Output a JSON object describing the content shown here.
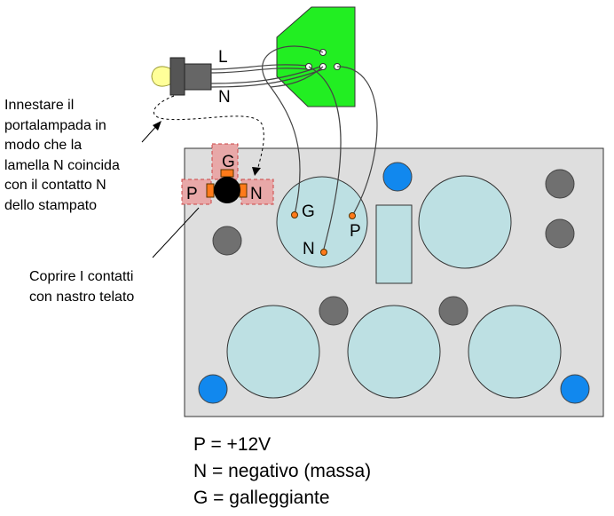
{
  "wire_labels": {
    "live": "L",
    "neutral": "N"
  },
  "socket_labels": {
    "ground": "G",
    "neutral": "N",
    "positive": "P"
  },
  "holder_labels": {
    "ground": "G",
    "positive": "P",
    "neutral": "N"
  },
  "note_insert": [
    "Innestare il",
    "portalampada in",
    "modo che la",
    "lamella N coincida",
    "con il contatto N",
    "dello stampato"
  ],
  "note_cover": [
    "Coprire I contatti",
    "con nastro telato"
  ],
  "legend": [
    "P = +12V",
    "N = negativo (massa)",
    "G = galleggiante"
  ],
  "colors": {
    "board": "#dedede",
    "socket": "#bde0e3",
    "green_pcb": "#22ee22",
    "blue_hole": "#1188ee",
    "gray_hole": "#707070",
    "pad": "#e8a8a8",
    "contact": "#ff7a1a"
  }
}
